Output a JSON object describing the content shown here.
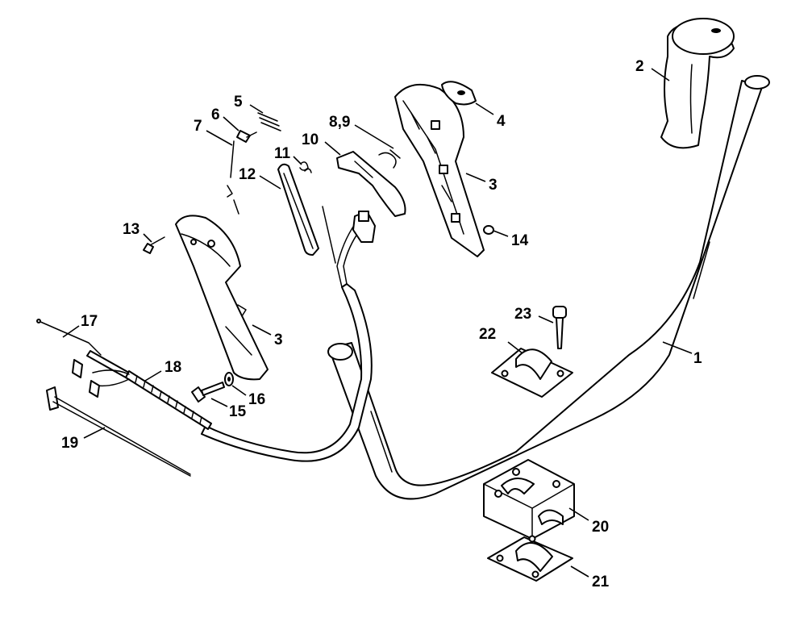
{
  "colors": {
    "line": "#000000",
    "background": "#ffffff"
  },
  "callouts": {
    "c1": "1",
    "c2": "2",
    "c3a": "3",
    "c3b": "3",
    "c4": "4",
    "c5": "5",
    "c6": "6",
    "c7": "7",
    "c89": "8,9",
    "c10": "10",
    "c11": "11",
    "c12": "12",
    "c13": "13",
    "c14": "14",
    "c15": "15",
    "c16": "16",
    "c17": "17",
    "c18": "18",
    "c19": "19",
    "c20": "20",
    "c21": "21",
    "c22": "22",
    "c23": "23"
  }
}
